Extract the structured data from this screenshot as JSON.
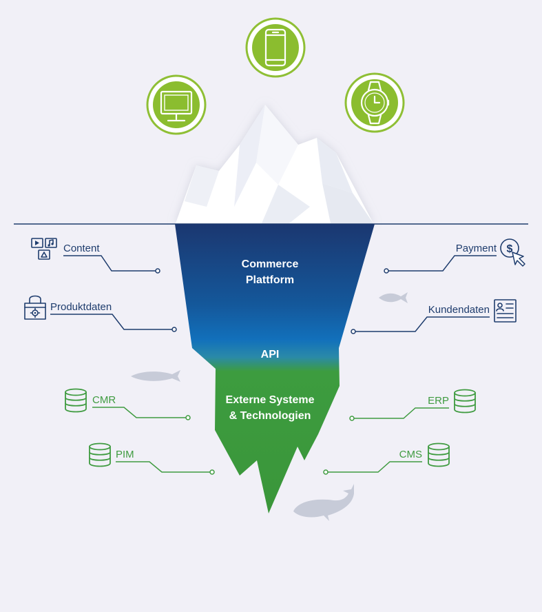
{
  "iceberg": {
    "top_label_line1": "Commerce",
    "top_label_line2": "Plattform",
    "middle_label": "API",
    "bottom_label_line1": "Externe Systeme",
    "bottom_label_line2": "& Technologien"
  },
  "devices": [
    "monitor-icon",
    "smartphone-icon",
    "smartwatch-icon"
  ],
  "left_items": {
    "content": "Content",
    "produktdaten": "Produktdaten",
    "cmr": "CMR",
    "pim": "PIM"
  },
  "right_items": {
    "payment": "Payment",
    "kundendaten": "Kundendaten",
    "erp": "ERP",
    "cms": "CMS"
  },
  "colors": {
    "navy": "#1e3c6d",
    "green": "#3f9b40",
    "lime": "#8bbd2f",
    "background": "#f1f0f7"
  }
}
